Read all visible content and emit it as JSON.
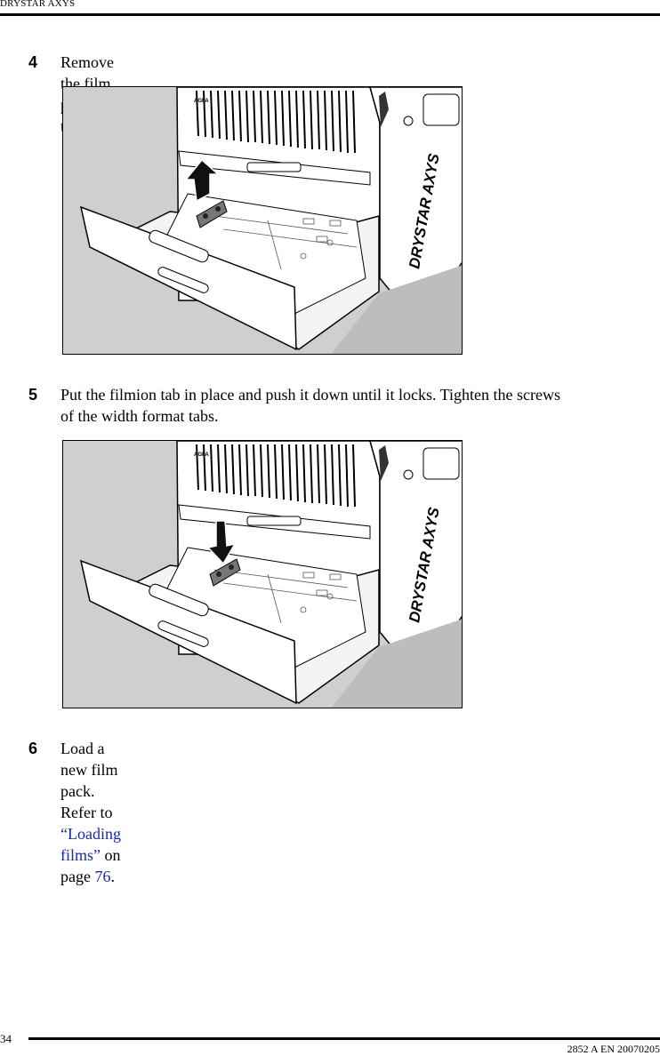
{
  "header": {
    "running_head": "DRYSTAR AXYS"
  },
  "steps": [
    {
      "number": "4",
      "text": "Remove the film position tab."
    },
    {
      "number": "5",
      "line1": "Put the filmion tab in place and push it down until it locks. Tighten the screws",
      "line2": "of the width format tabs."
    },
    {
      "number": "6",
      "text_before": "Load a new film pack. Refer to ",
      "link_text": "“Loading films”",
      "text_mid": " on page ",
      "page_link": "76",
      "text_after": "."
    }
  ],
  "figures": [
    {
      "brand_text": "DRYSTAR AXYS",
      "logo_text": "AGFA",
      "arrow": "up"
    },
    {
      "brand_text": "DRYSTAR AXYS",
      "logo_text": "AGFA",
      "arrow": "down"
    }
  ],
  "footer": {
    "page_number": "34",
    "doc_id": "2852 A EN 20070205"
  },
  "colors": {
    "link": "#1a2aa8",
    "figure_background": "#cfcfcf"
  }
}
